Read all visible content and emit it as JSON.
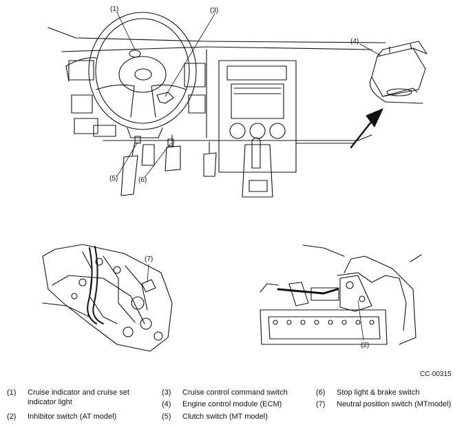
{
  "callouts": {
    "c1": "(1)",
    "c2": "(2)",
    "c3": "(3)",
    "c4": "(4)",
    "c5": "(5)",
    "c6": "(6)",
    "c7": "(7)"
  },
  "figure_id": "CC-00315",
  "legend": [
    {
      "num": "(1)",
      "text": "Cruise indicator and cruise set indicator light"
    },
    {
      "num": "(2)",
      "text": "Inhibitor switch (AT model)"
    },
    {
      "num": "(3)",
      "text": "Cruise control command switch"
    },
    {
      "num": "(4)",
      "text": "Engine control module (ECM)"
    },
    {
      "num": "(5)",
      "text": "Clutch switch (MT model)"
    },
    {
      "num": "(6)",
      "text": "Stop light & brake switch"
    },
    {
      "num": "(7)",
      "text": "Neutral position switch (MTmodel)"
    }
  ]
}
